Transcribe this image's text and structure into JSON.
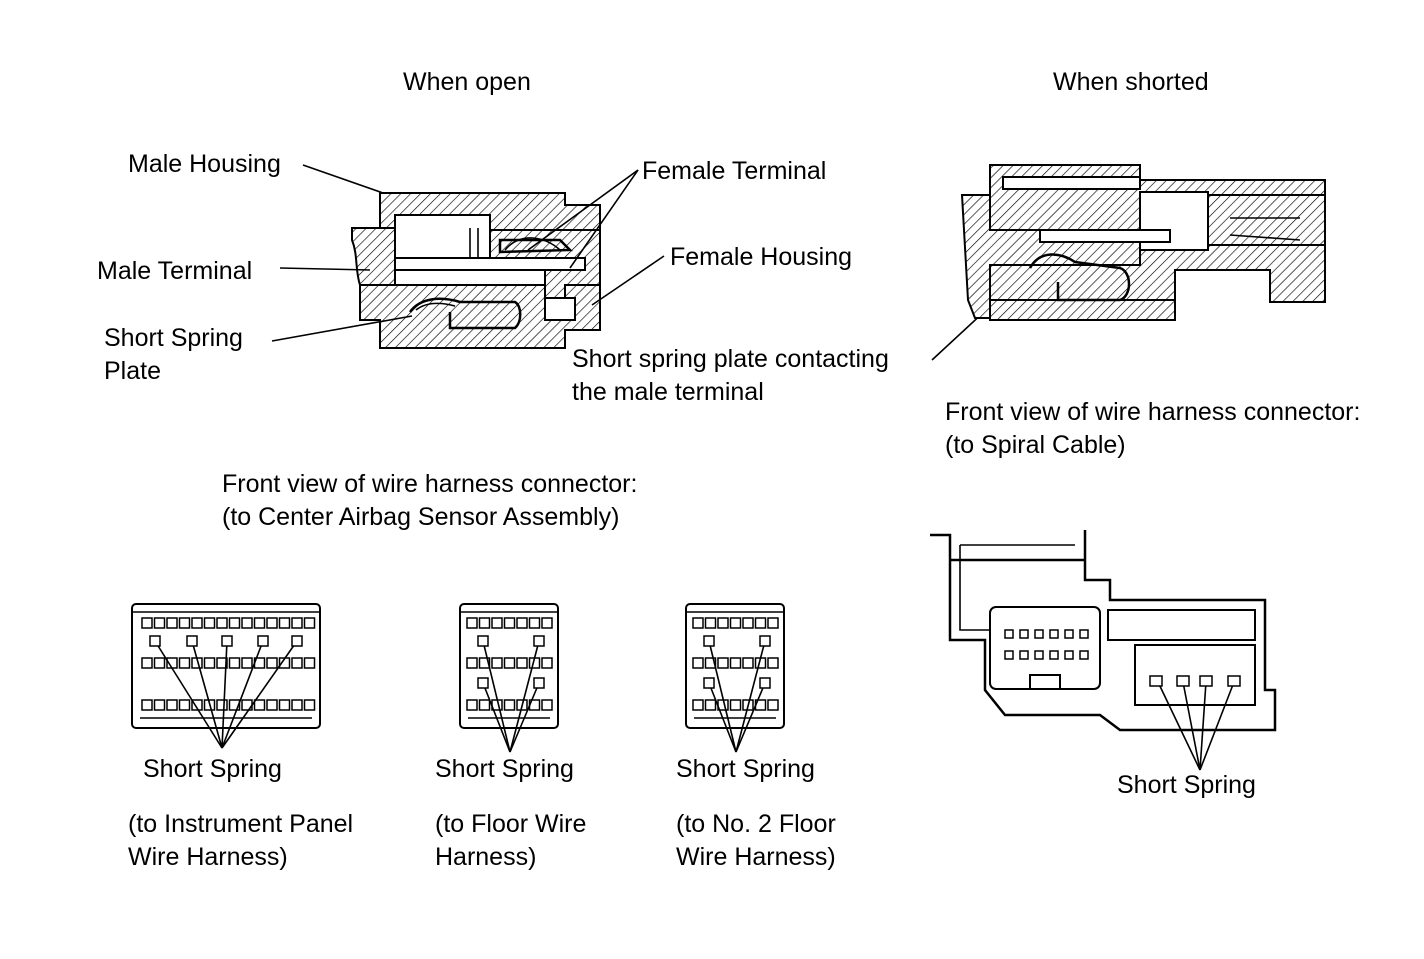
{
  "titles": {
    "open": "When open",
    "shorted": "When shorted"
  },
  "open_labels": {
    "male_housing": "Male Housing",
    "male_terminal": "Male Terminal",
    "short_spring_plate_1": "Short Spring",
    "short_spring_plate_2": "Plate",
    "female_terminal": "Female Terminal",
    "female_housing": "Female Housing",
    "contacting_1": "Short spring plate contacting",
    "contacting_2": "the male terminal"
  },
  "spiral": {
    "heading_1": "Front view of wire harness connector:",
    "heading_2": "(to Spiral Cable)",
    "spring_label": "Short Spring"
  },
  "center": {
    "heading_1": "Front view of wire harness connector:",
    "heading_2": "(to Center Airbag Sensor Assembly)"
  },
  "connectors": [
    {
      "spring_label": "Short Spring",
      "desc_1": "(to Instrument Panel",
      "desc_2": "Wire Harness)"
    },
    {
      "spring_label": "Short Spring",
      "desc_1": "(to Floor Wire",
      "desc_2": "Harness)"
    },
    {
      "spring_label": "Short Spring",
      "desc_1": "(to No. 2 Floor",
      "desc_2": "Wire Harness)"
    }
  ]
}
